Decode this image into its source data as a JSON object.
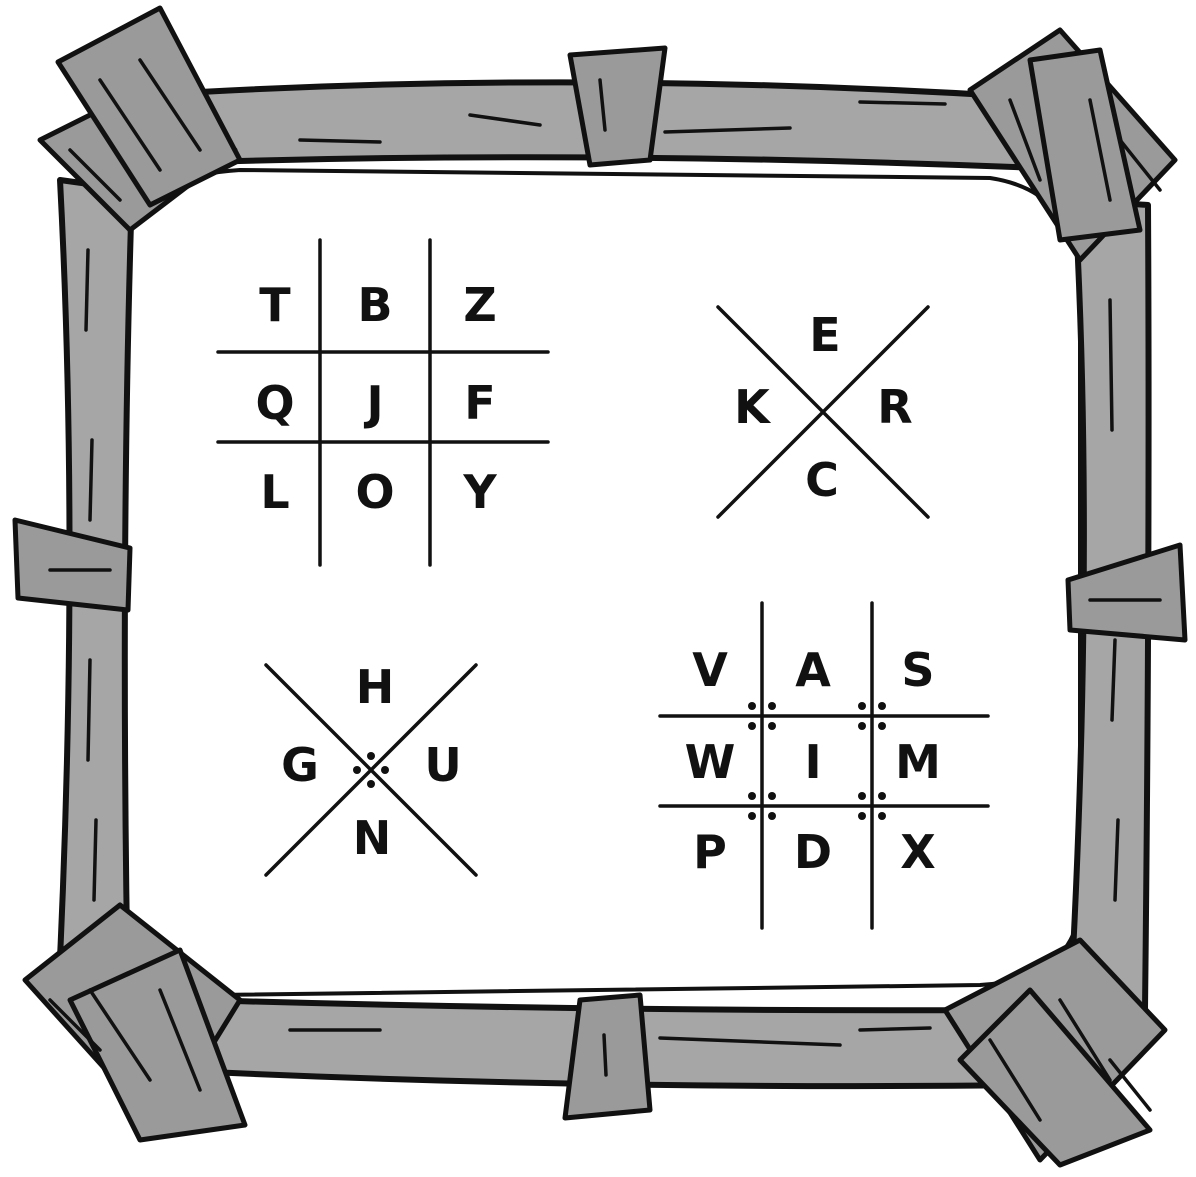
{
  "colors": {
    "wood": "#a6a6a6",
    "wood_dark": "#9a9a9a",
    "ink": "#111111",
    "panel": "#ffffff"
  },
  "puzzles": [
    {
      "name": "grid-top-left",
      "type": "grid",
      "dots": false,
      "letters": [
        "T",
        "B",
        "Z",
        "Q",
        "J",
        "F",
        "L",
        "O",
        "Y"
      ]
    },
    {
      "name": "x-top-right",
      "type": "x",
      "dots": false,
      "letters": {
        "top": "E",
        "left": "K",
        "right": "R",
        "bottom": "C"
      }
    },
    {
      "name": "x-bottom-left",
      "type": "x",
      "dots": true,
      "letters": {
        "top": "H",
        "left": "G",
        "right": "U",
        "bottom": "N"
      }
    },
    {
      "name": "grid-bottom-right",
      "type": "grid",
      "dots": true,
      "letters": [
        "V",
        "A",
        "S",
        "W",
        "I",
        "M",
        "P",
        "D",
        "X"
      ]
    }
  ]
}
